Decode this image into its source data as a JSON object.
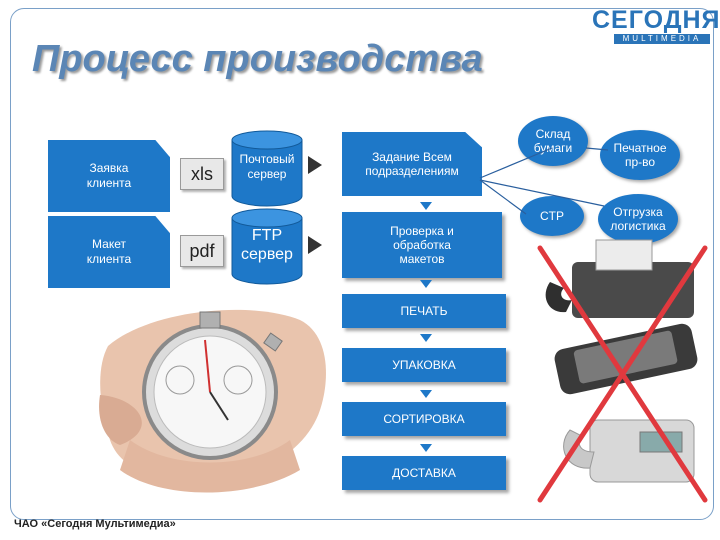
{
  "logo": {
    "main": "СЕГОДНЯ",
    "sub": "MULTIMEDIA"
  },
  "title": "Процесс производства",
  "inputs": [
    {
      "label": "Заявка клиента",
      "format": "xls",
      "server": "Почтовый сервер"
    },
    {
      "label": "Макет клиента",
      "format": "pdf",
      "server": "FTP сервер"
    }
  ],
  "process_boxes": [
    "Задание Всем подразделениям",
    "Проверка и обработка макетов",
    "ПЕЧАТЬ",
    "УПАКОВКА",
    "СОРТИРОВКА",
    "ДОСТАВКА"
  ],
  "outputs": {
    "sklad": "Склад бумаги",
    "ctp": "CTP",
    "print": "Печатное пр-во",
    "logistics": "Отгрузка логистика"
  },
  "footer": "ЧАО «Сегодня Мультимедиа»",
  "colors": {
    "box_fill": "#1e78c8",
    "arrow": "#2a5f9e",
    "cross": "#e0393e",
    "title": "#5b86b5"
  }
}
